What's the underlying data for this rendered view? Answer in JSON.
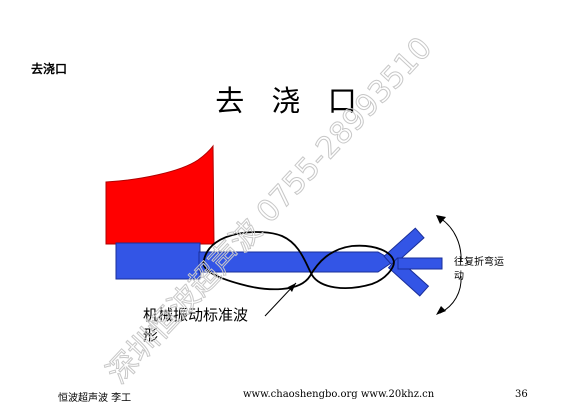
{
  "slide": {
    "section_label": "去浇口",
    "title": "去 浇 口",
    "caption_lines": [
      "机械振动标准波",
      "形"
    ],
    "motion_label_lines": [
      "往复折弯运",
      "动"
    ],
    "footer_left": "恒波超声波 李工",
    "footer_mid": "www.chaoshengbo.org   www.20khz.cn",
    "page_number": "36",
    "watermark_text": "深圳恒波超声波 0755-28993510"
  },
  "colors": {
    "horn_red": "#ff0000",
    "blue": "#3355e6",
    "outline": "#000000",
    "watermark": "#c8c8c8"
  }
}
